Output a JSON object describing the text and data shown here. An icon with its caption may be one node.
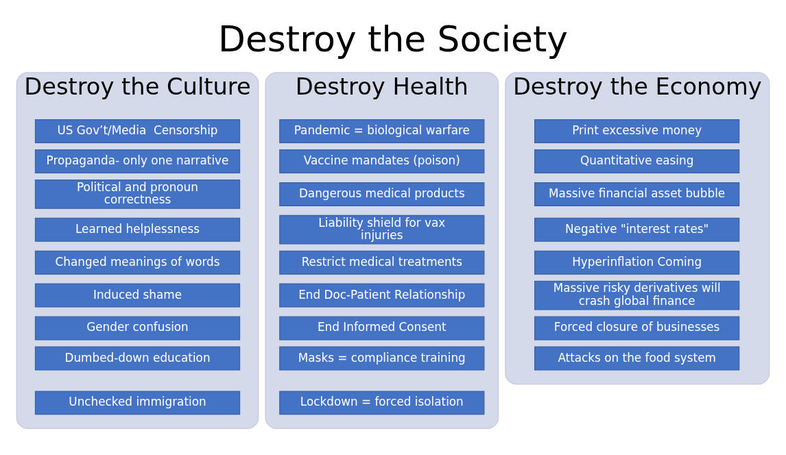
{
  "diagram": {
    "title": "Destroy the Society",
    "nodes": [
      {
        "text": [
          "Destroy the Culture"
        ]
      },
      {
        "text": [
          "US Gov’t/Media  Censorship"
        ],
        "in": 0
      },
      {
        "text": [
          "Propaganda- only one narrative"
        ],
        "in": 0
      },
      {
        "text": [
          "Political and pronoun correctness"
        ],
        "in": 0
      },
      {
        "text": [
          "Learned helplessness"
        ],
        "in": 0
      },
      {
        "text": [
          "Changed meanings of words"
        ],
        "in": 0
      },
      {
        "text": [
          "Induced shame"
        ],
        "in": 0
      },
      {
        "text": [
          "Gender confusion"
        ],
        "in": 0
      },
      {
        "text": [
          "Dumbed-down education"
        ],
        "in": 0
      },
      {
        "text": [
          "Unchecked immigration"
        ],
        "in": 0
      },
      {
        "text": [
          "Destroy Health"
        ]
      },
      {
        "text": [
          "Pandemic = biological warfare"
        ],
        "in": 10
      },
      {
        "text": [
          "Vaccine mandates (poison)"
        ],
        "in": 10
      },
      {
        "text": [
          "Dangerous medical products"
        ],
        "in": 10
      },
      {
        "text": [
          "Liability shield for vax injuries"
        ],
        "in": 10
      },
      {
        "text": [
          "Restrict medical treatments"
        ],
        "in": 10
      },
      {
        "text": [
          "End Doc-Patient Relationship"
        ],
        "in": 10
      },
      {
        "text": [
          "End Informed Consent"
        ],
        "in": 10
      },
      {
        "text": [
          "Masks = compliance training"
        ],
        "in": 10
      },
      {
        "text": [
          "Lockdown = forced isolation"
        ],
        "in": 10
      },
      {
        "text": [
          "Destroy the Economy"
        ]
      },
      {
        "text": [
          "Print excessive money"
        ],
        "in": 20
      },
      {
        "text": [
          "Quantitative easing"
        ],
        "in": 20
      },
      {
        "text": [
          "Massive financial asset bubble"
        ],
        "in": 20
      },
      {
        "text": [
          "Negative \"interest rates\""
        ],
        "in": 20
      },
      {
        "text": [
          "Hyperinflation Coming"
        ],
        "in": 20
      },
      {
        "text": [
          "Massive risky derivatives will crash global finance"
        ],
        "in": 20
      },
      {
        "text": [
          "Forced closure of businesses"
        ],
        "in": 20
      },
      {
        "text": [
          "Attacks on the food system"
        ],
        "in": 20
      }
    ],
    "edges": []
  }
}
